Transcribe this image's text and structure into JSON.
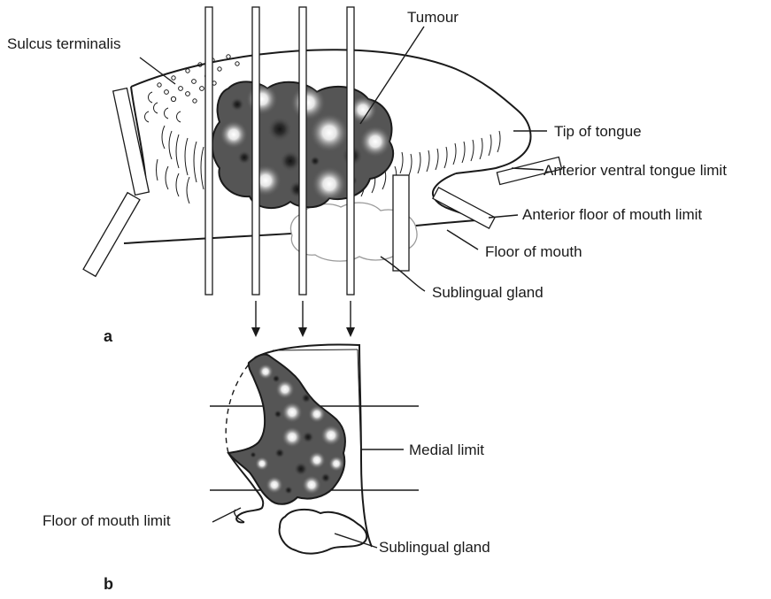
{
  "panels": {
    "a": "a",
    "b": "b"
  },
  "labels": {
    "tumour": "Tumour",
    "sulcus_terminalis": "Sulcus terminalis",
    "tip_of_tongue": "Tip of tongue",
    "anterior_ventral_tongue_limit": "Anterior ventral tongue limit",
    "anterior_floor_of_mouth_limit": "Anterior floor of mouth limit",
    "floor_of_mouth": "Floor of mouth",
    "sublingual_gland_a": "Sublingual gland",
    "medial_limit": "Medial limit",
    "floor_of_mouth_limit": "Floor of mouth limit",
    "sublingual_gland_b": "Sublingual gland"
  },
  "colors": {
    "ink": "#1a1a1a",
    "tumour_fill": "#555555",
    "tumour_light": "#ffffff",
    "tumour_dark": "#1e1e1e",
    "gland_outline_a": "#9a9a9a"
  }
}
